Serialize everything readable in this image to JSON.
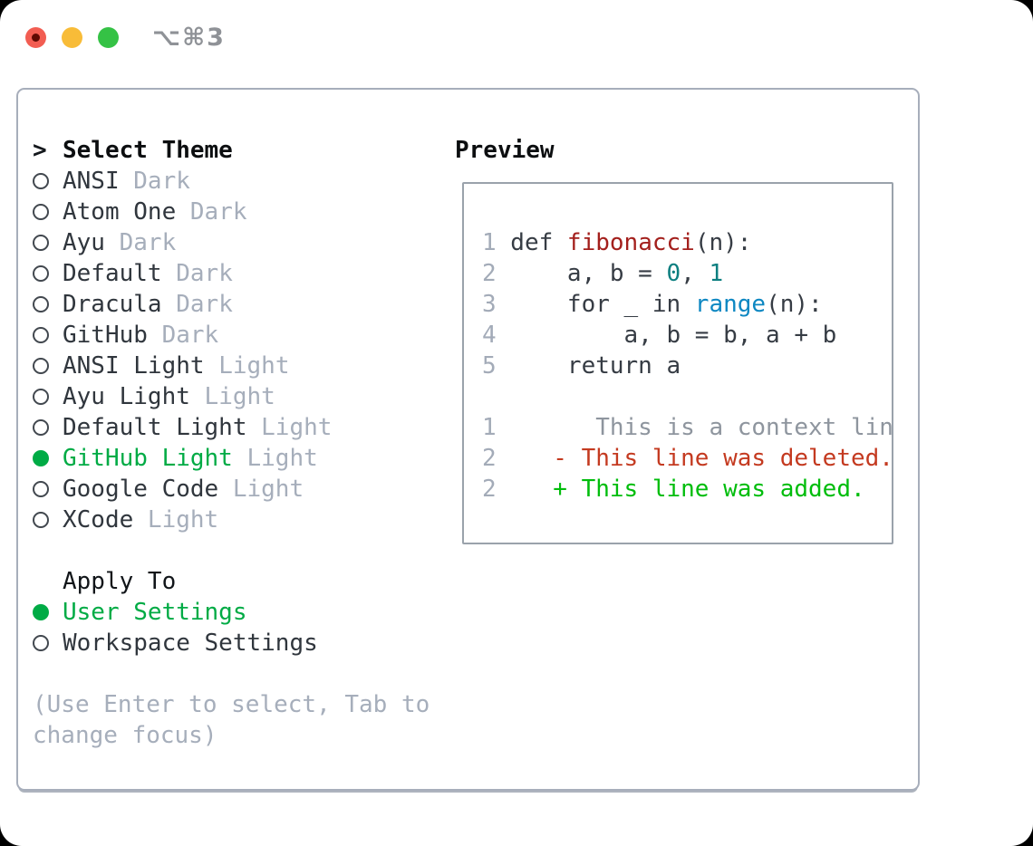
{
  "window": {
    "title": "⌥⌘3"
  },
  "colors": {
    "accent-green": "#00ab45",
    "text-dark": "#30363d",
    "text-muted": "#a6aebb",
    "panel-border": "#a7aebb",
    "preview-border": "#9aa2ab",
    "code-plain": "#363c44",
    "code-function": "#a31f1c",
    "code-number": "#0d7f80",
    "code-builtin": "#0d87c2",
    "code-linenum": "#a3abb8",
    "diff-context": "#8e959e",
    "diff-deleted": "#c43a20",
    "diff-added": "#00bd0c",
    "light-red": "#f25d52",
    "light-red-dot": "#5f0a03",
    "light-yellow": "#f8bc38",
    "light-green": "#35c245"
  },
  "theme_picker": {
    "prompt": ">",
    "title": "Select Theme",
    "themes": [
      {
        "name": "ANSI",
        "variant": "Dark",
        "selected": false
      },
      {
        "name": "Atom One",
        "variant": "Dark",
        "selected": false
      },
      {
        "name": "Ayu",
        "variant": "Dark",
        "selected": false
      },
      {
        "name": "Default",
        "variant": "Dark",
        "selected": false
      },
      {
        "name": "Dracula",
        "variant": "Dark",
        "selected": false
      },
      {
        "name": "GitHub",
        "variant": "Dark",
        "selected": false
      },
      {
        "name": "ANSI Light",
        "variant": "Light",
        "selected": false
      },
      {
        "name": "Ayu Light",
        "variant": "Light",
        "selected": false
      },
      {
        "name": "Default Light",
        "variant": "Light",
        "selected": false
      },
      {
        "name": "GitHub Light",
        "variant": "Light",
        "selected": true
      },
      {
        "name": "Google Code",
        "variant": "Light",
        "selected": false
      },
      {
        "name": "XCode",
        "variant": "Light",
        "selected": false
      }
    ],
    "apply_to": {
      "title": "Apply To",
      "options": [
        {
          "label": "User Settings",
          "selected": true
        },
        {
          "label": "Workspace Settings",
          "selected": false
        }
      ]
    },
    "hint": "(Use Enter to select, Tab to change focus)"
  },
  "preview": {
    "title": "Preview",
    "lines": [
      {
        "num": "1",
        "segments": [
          {
            "text": "def ",
            "style": "plain"
          },
          {
            "text": "fibonacci",
            "style": "function"
          },
          {
            "text": "(n):",
            "style": "plain"
          }
        ]
      },
      {
        "num": "2",
        "segments": [
          {
            "text": "    a, b = ",
            "style": "plain"
          },
          {
            "text": "0",
            "style": "number"
          },
          {
            "text": ", ",
            "style": "plain"
          },
          {
            "text": "1",
            "style": "number"
          }
        ]
      },
      {
        "num": "3",
        "segments": [
          {
            "text": "    for _ in ",
            "style": "plain"
          },
          {
            "text": "range",
            "style": "builtin"
          },
          {
            "text": "(n):",
            "style": "plain"
          }
        ]
      },
      {
        "num": "4",
        "segments": [
          {
            "text": "        a, b = b, a + b",
            "style": "plain"
          }
        ]
      },
      {
        "num": "5",
        "segments": [
          {
            "text": "    return a",
            "style": "plain"
          }
        ]
      },
      {
        "num": "",
        "segments": []
      },
      {
        "num": "1",
        "segments": [
          {
            "text": "      This is a context line.",
            "style": "context"
          }
        ]
      },
      {
        "num": "2",
        "segments": [
          {
            "text": "   - This line was deleted.",
            "style": "deleted"
          }
        ]
      },
      {
        "num": "2",
        "segments": [
          {
            "text": "   + This line was added.",
            "style": "added"
          }
        ]
      }
    ]
  }
}
